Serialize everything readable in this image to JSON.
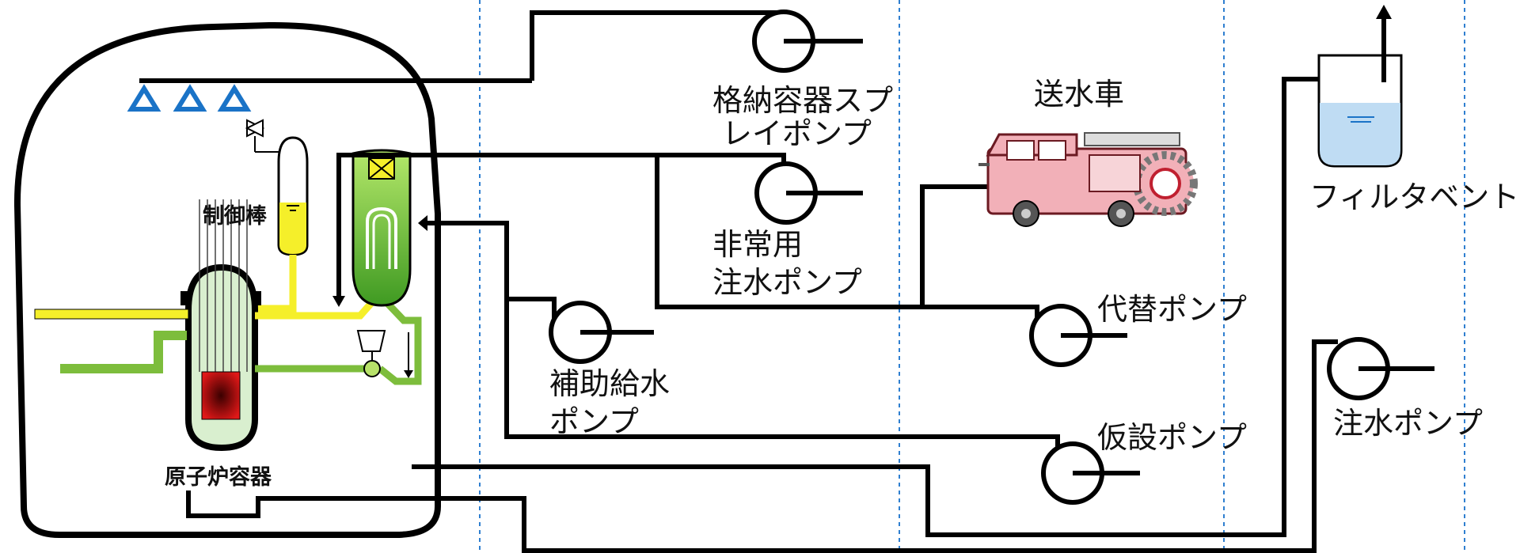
{
  "labels": {
    "cv_spray_pump_line1": "格納容器スプ",
    "cv_spray_pump_line2": "レイポンプ",
    "emergency_pump_line1": "非常用",
    "emergency_pump_line2": "注水ポンプ",
    "aux_feed_pump_line1": "補助給水",
    "aux_feed_pump_line2": "ポンプ",
    "fire_truck": "送水車",
    "alternate_pump": "代替ポンプ",
    "temporary_pump": "仮設ポンプ",
    "filter_vent": "フィルタベント",
    "injection_pump": "注水ポンプ",
    "control_rod": "制御棒",
    "reactor_vessel": "原子炉容器"
  },
  "colors": {
    "pipe": "#000000",
    "spray_nozzle": "#1a73c7",
    "steam_line": "#f5ef2a",
    "feedwater_line": "#7dbd3c",
    "steam_generator": "#6cc23a",
    "core": "#c81010",
    "vessel_fill": "#d9efcf",
    "filter_water": "#bfdcf3",
    "divider": "#2f7fd0"
  }
}
